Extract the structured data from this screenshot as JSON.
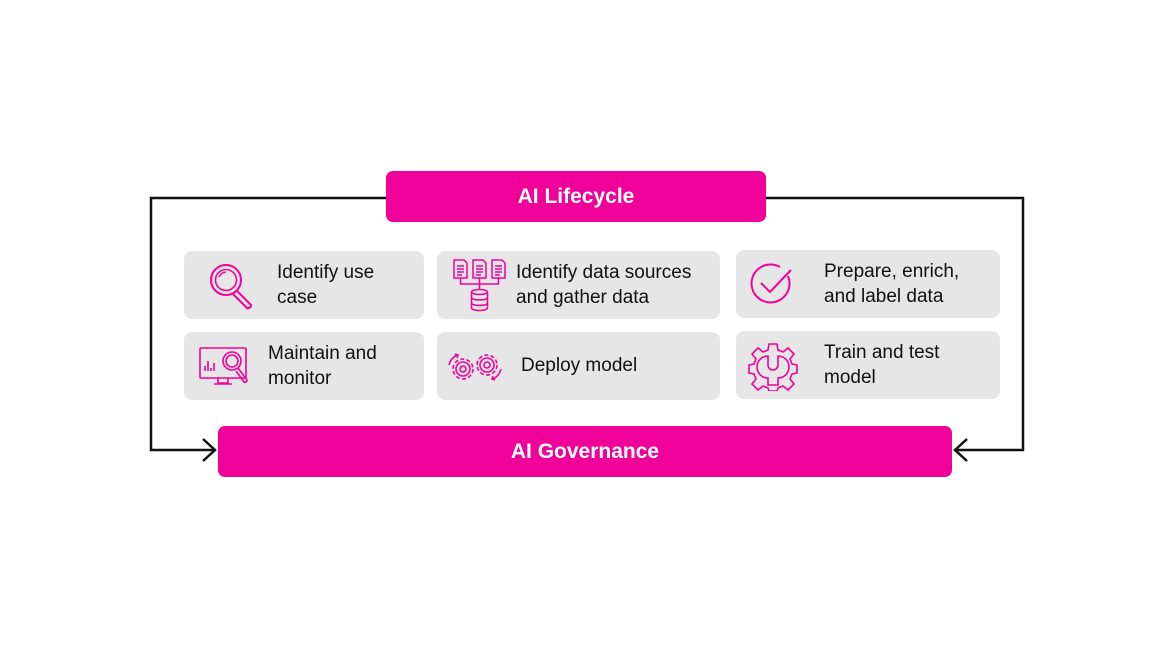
{
  "diagram": {
    "top_banner": "AI Lifecycle",
    "bottom_banner": "AI Governance",
    "accent_color": "#f0019a",
    "card_color": "#e6e6e6",
    "steps": [
      {
        "line1": "Identify use",
        "line2": "case",
        "icon": "magnifier-icon"
      },
      {
        "line1": "Identify data sources",
        "line2": "and gather data",
        "icon": "data-sources-icon"
      },
      {
        "line1": "Prepare, enrich,",
        "line2": "and label data",
        "icon": "checkmark-circle-icon"
      },
      {
        "line1": "Maintain and",
        "line2": "monitor",
        "icon": "monitor-magnifier-icon"
      },
      {
        "line1": "Deploy model",
        "line2": "",
        "icon": "gears-icon"
      },
      {
        "line1": "Train and test",
        "line2": "model",
        "icon": "wrench-gear-icon"
      }
    ]
  }
}
